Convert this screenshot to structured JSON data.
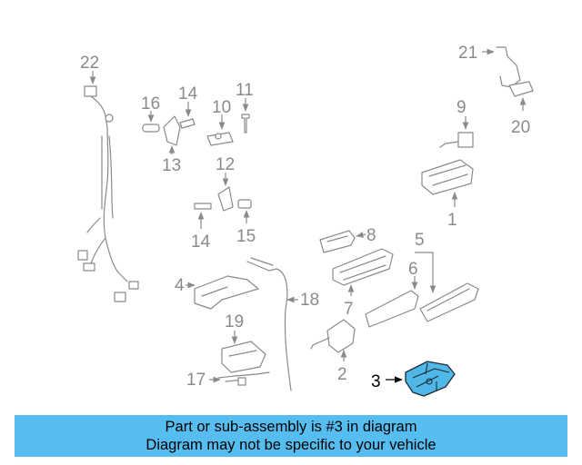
{
  "diagram": {
    "callouts": [
      "1",
      "2",
      "3",
      "4",
      "5",
      "6",
      "7",
      "8",
      "9",
      "10",
      "11",
      "12",
      "13",
      "14",
      "14",
      "15",
      "16",
      "17",
      "18",
      "19",
      "20",
      "21",
      "22"
    ],
    "highlighted_callout": "3",
    "colors": {
      "highlight_part": "#4fb8e8",
      "banner": "#56bdf0",
      "line_art": "#8a8a8a"
    }
  },
  "banner": {
    "line1": "Part or sub-assembly is #3 in diagram",
    "line2": "Diagram may not be specific to your vehicle"
  }
}
